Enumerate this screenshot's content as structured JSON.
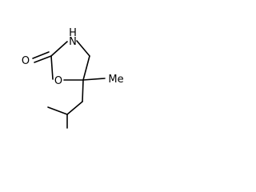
{
  "molecule": {
    "atoms": {
      "n": "N",
      "h": "H",
      "o_carbonyl": "O",
      "o_ring": "O",
      "methyl": "Me"
    }
  }
}
